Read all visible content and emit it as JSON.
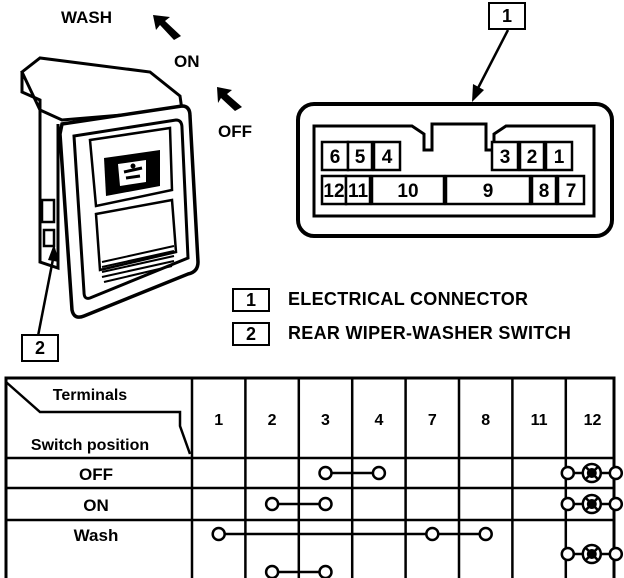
{
  "switch_labels": {
    "wash": "WASH",
    "on": "ON",
    "off": "OFF"
  },
  "callouts": {
    "connector_number": "1",
    "switch_number": "2"
  },
  "connector_pins": {
    "top_row": [
      "6",
      "5",
      "4",
      "3",
      "2",
      "1"
    ],
    "bottom_row": [
      "12",
      "11",
      "10",
      "9",
      "8",
      "7"
    ]
  },
  "legend": [
    {
      "number": "1",
      "text": "ELECTRICAL CONNECTOR"
    },
    {
      "number": "2",
      "text": "REAR WIPER-WASHER SWITCH"
    }
  ],
  "table": {
    "corner_top": "Terminals",
    "corner_bottom": "Switch position",
    "columns": [
      "1",
      "2",
      "3",
      "4",
      "7",
      "8",
      "11",
      "12"
    ],
    "rows": [
      {
        "position": "OFF",
        "links": [
          [
            "3",
            "4"
          ],
          [
            "11",
            "12"
          ]
        ]
      },
      {
        "position": "ON",
        "links": [
          [
            "2",
            "3"
          ],
          [
            "11",
            "12"
          ]
        ]
      },
      {
        "position": "Wash",
        "links": [
          [
            "1",
            "8"
          ],
          [
            "2",
            "3"
          ],
          [
            "11",
            "12"
          ]
        ]
      }
    ]
  }
}
